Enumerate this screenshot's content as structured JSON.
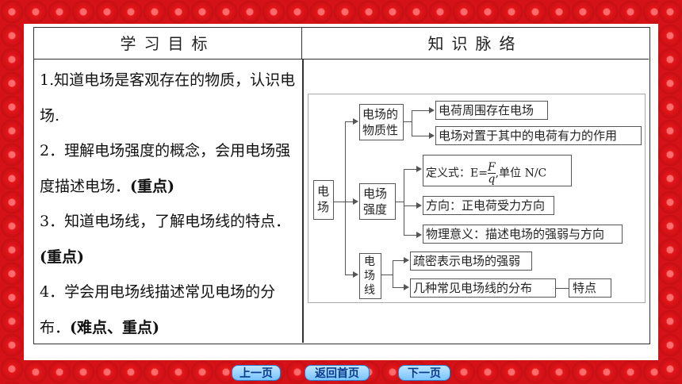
{
  "table": {
    "left_header": "学习目标",
    "right_header": "知识脉络"
  },
  "goals": [
    {
      "text": "1.知道电场是客观存在的物质，认识电场.",
      "mark": ""
    },
    {
      "text": "2．理解电场强度的概念，会用电场强度描述电场．",
      "mark": "(重点)"
    },
    {
      "text": "3．知道电场线，了解电场线的特点．",
      "mark": "(重点)"
    },
    {
      "text": "4．学会用电场线描述常见电场的分布．",
      "mark": "(难点、重点)"
    }
  ],
  "map": {
    "root": "电场",
    "branches": [
      {
        "label": "电场的物质性",
        "items": [
          "电荷周围存在电场",
          "电场对置于其中的电荷有力的作用"
        ]
      },
      {
        "label": "电场强度",
        "items": [
          "定义式：E=F/q,单位 N/C",
          "方向：正电荷受力方向",
          "物理意义：描述电场的强弱与方向"
        ]
      },
      {
        "label": "电场线",
        "items": [
          "疏密表示电场的强弱",
          "几种常见电场线的分布"
        ],
        "extra": "特点"
      }
    ],
    "formula": {
      "prefix": "定义式：E=",
      "num": "F",
      "den": "q",
      "suffix": ",单位 N/C"
    }
  },
  "nav": {
    "prev": "上一页",
    "home": "返回首页",
    "next": "下一页"
  }
}
